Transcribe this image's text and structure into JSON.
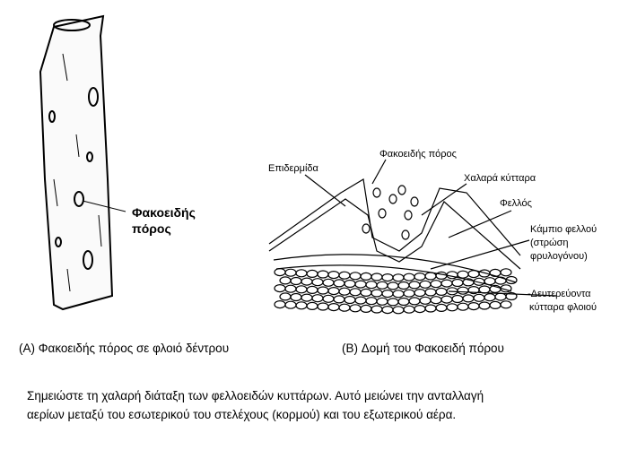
{
  "left_figure": {
    "label": "Φακοειδής πόρος",
    "label_line1": "Φακοειδής",
    "label_line2": "πόρος",
    "caption": "(A) Φακοειδής πόρος σε φλοιό δέντρου"
  },
  "right_figure": {
    "labels": {
      "epidermis": "Επιδερμίδα",
      "lenticel": "Φακοειδής πόρος",
      "loose_cells": "Χαλαρά κύτταρα",
      "cork": "Φελλός",
      "cork_cambium_1": "Κάμπιο φελλού",
      "cork_cambium_2": "(στρώση",
      "cork_cambium_3": "φρυλογόνου)",
      "secondary_1": "-Δευτερεύοντα",
      "secondary_2": "κύτταρα φλοιού"
    },
    "caption": "(B) Δομή του Φακοειδή πόρου"
  },
  "note": {
    "line1": "Σημειώστε τη χαλαρή διάταξη των φελλοειδών κυττάρων. Αυτό μειώνει την ανταλλαγή",
    "line2": "αερίων μεταξύ του εσωτερικού του στελέχους (κορμού) και του εξωτερικού αέρα."
  }
}
